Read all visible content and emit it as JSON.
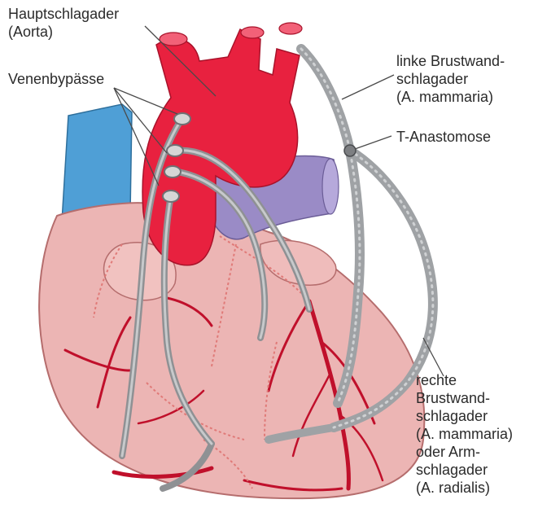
{
  "labels": {
    "aorta": [
      "Hauptschlagader",
      "(Aorta)"
    ],
    "vein_bypasses": [
      "Venenbypässe"
    ],
    "left_mammary": [
      "linke Brustwand-",
      "schlagader",
      "(A. mammaria)"
    ],
    "t_anastomosis": [
      "T-Anastomose"
    ],
    "right_mammary": [
      "rechte",
      "Brustwand-",
      "schlagader",
      "(A. mammaria)",
      "oder Arm-",
      "schlagader",
      "(A. radialis)"
    ]
  },
  "colors": {
    "heart_fill": "#ecb5b4",
    "heart_stroke": "#b56d6d",
    "aorta": "#e8213f",
    "vena_cava": "#4f9fd6",
    "pulmonary_artery": "#9a8bc6",
    "coronary_artery": "#c0102b",
    "vein_graft": "#8f9194",
    "mammary_graft": "#9fa2a5",
    "label_text": "#2b2b2b"
  }
}
